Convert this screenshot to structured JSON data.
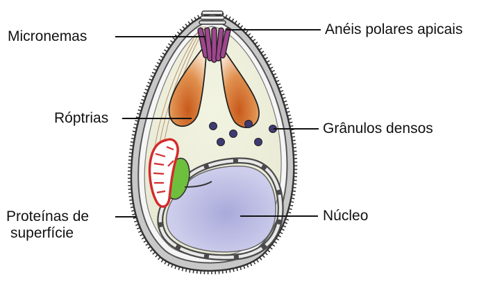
{
  "labels": {
    "micronemas": "Micronemas",
    "aneis_polares": "Anéis polares apicais",
    "roptrias": "Róptrias",
    "granulos": "Grânulos densos",
    "proteinas_line1": "Proteínas de",
    "proteinas_line2": "superfície",
    "nucleo": "Núcleo"
  },
  "colors": {
    "cytoplasm": "#eef0dc",
    "micronemes": "#a0468f",
    "rhoptries": "#d97a3a",
    "dense_granules": "#3e3a73",
    "mitochondrion_outline": "#d42a2a",
    "apicoplast": "#6fbf3e",
    "nucleus": "#c6c6ea",
    "membrane": "#5a5a5a"
  }
}
